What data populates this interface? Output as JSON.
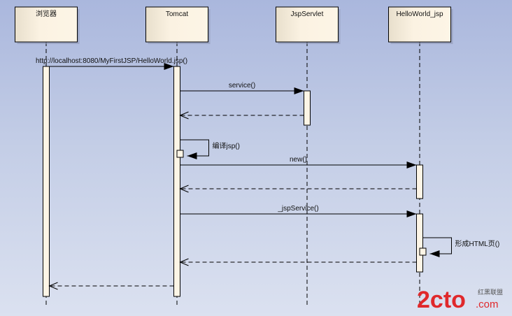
{
  "diagram": {
    "type": "uml-sequence",
    "lifelines": [
      {
        "id": "browser",
        "label": "浏览器"
      },
      {
        "id": "tomcat",
        "label": "Tomcat"
      },
      {
        "id": "jspservlet",
        "label": "JspServlet"
      },
      {
        "id": "helloworld",
        "label": "HelloWorld_jsp"
      }
    ],
    "messages": [
      {
        "from": "browser",
        "to": "tomcat",
        "label": "http://localhost:8080/MyFirstJSP/HelloWorld.jsp()",
        "kind": "call"
      },
      {
        "from": "tomcat",
        "to": "jspservlet",
        "label": "service()",
        "kind": "call"
      },
      {
        "from": "jspservlet",
        "to": "tomcat",
        "label": "",
        "kind": "return"
      },
      {
        "from": "tomcat",
        "to": "tomcat",
        "label": "编译jsp()",
        "kind": "self"
      },
      {
        "from": "tomcat",
        "to": "helloworld",
        "label": "new()",
        "kind": "call"
      },
      {
        "from": "helloworld",
        "to": "tomcat",
        "label": "",
        "kind": "return"
      },
      {
        "from": "tomcat",
        "to": "helloworld",
        "label": "_jspService()",
        "kind": "call"
      },
      {
        "from": "helloworld",
        "to": "helloworld",
        "label": "形成HTML页()",
        "kind": "self"
      },
      {
        "from": "helloworld",
        "to": "tomcat",
        "label": "",
        "kind": "return"
      },
      {
        "from": "tomcat",
        "to": "browser",
        "label": "",
        "kind": "return"
      }
    ]
  },
  "watermark": {
    "logo_text": "2cto",
    "domain_suffix": ".com",
    "tagline": "红黑联盟",
    "color": "#e0282b"
  },
  "colors": {
    "box_fill_left": "#e8dfcc",
    "box_fill_right": "#fdf5e6",
    "activation_fill": "#fdf5e6",
    "line": "#000000"
  }
}
